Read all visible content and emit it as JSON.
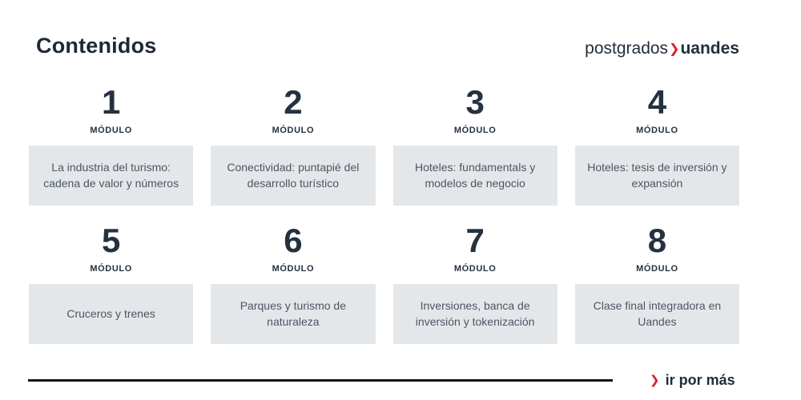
{
  "page": {
    "title": "Contenidos"
  },
  "logo": {
    "text_regular": "postgrados",
    "chevron": "❯",
    "text_bold": "uandes"
  },
  "modules": [
    {
      "number": "1",
      "label": "MÓDULO",
      "description": "La industria del turismo: cadena de valor y números"
    },
    {
      "number": "2",
      "label": "MÓDULO",
      "description": "Conectividad: puntapié del desarrollo turístico"
    },
    {
      "number": "3",
      "label": "MÓDULO",
      "description": "Hoteles: fundamentals y modelos de negocio"
    },
    {
      "number": "4",
      "label": "MÓDULO",
      "description": "Hoteles: tesis de inversión y expansión"
    },
    {
      "number": "5",
      "label": "MÓDULO",
      "description": "Cruceros y trenes"
    },
    {
      "number": "6",
      "label": "MÓDULO",
      "description": "Parques y turismo de naturaleza"
    },
    {
      "number": "7",
      "label": "MÓDULO",
      "description": "Inversiones, banca de inversión y tokenización"
    },
    {
      "number": "8",
      "label": "MÓDULO",
      "description": "Clase final integradora en Uandes"
    }
  ],
  "footer": {
    "chevron": "❯",
    "cta": "ir por más"
  },
  "colors": {
    "accent_red": "#d6202b",
    "dark_text": "#1e2935",
    "box_background": "#e4e7ea",
    "box_text": "#4b5662"
  }
}
